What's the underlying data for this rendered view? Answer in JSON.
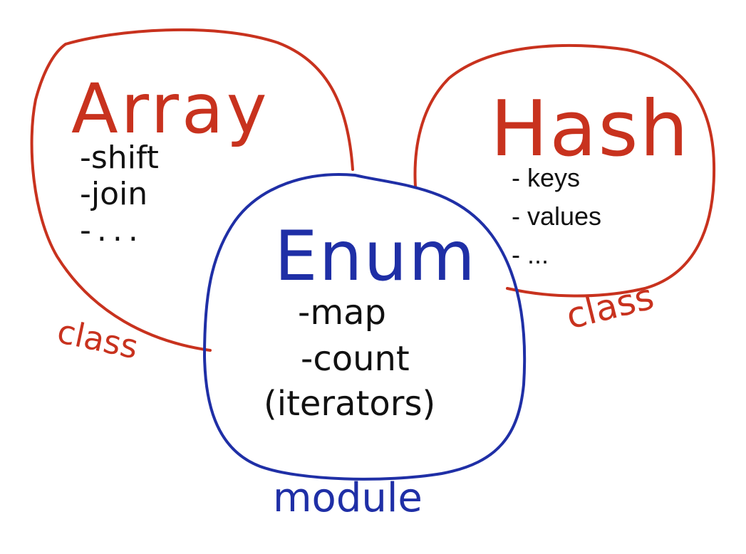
{
  "colors": {
    "class_stroke": "#c8321e",
    "module_stroke": "#1f2fa6",
    "ink": "#111111"
  },
  "array": {
    "title": "Array",
    "methods": [
      "-shift",
      "-join",
      "-..."
    ],
    "kind": "class"
  },
  "hash": {
    "title": "Hash",
    "methods": [
      "- keys",
      "- values",
      "- ..."
    ],
    "kind": "class"
  },
  "enum": {
    "title": "Enum",
    "methods": [
      "-map",
      "-count"
    ],
    "note": "(iterators)",
    "kind": "module"
  }
}
